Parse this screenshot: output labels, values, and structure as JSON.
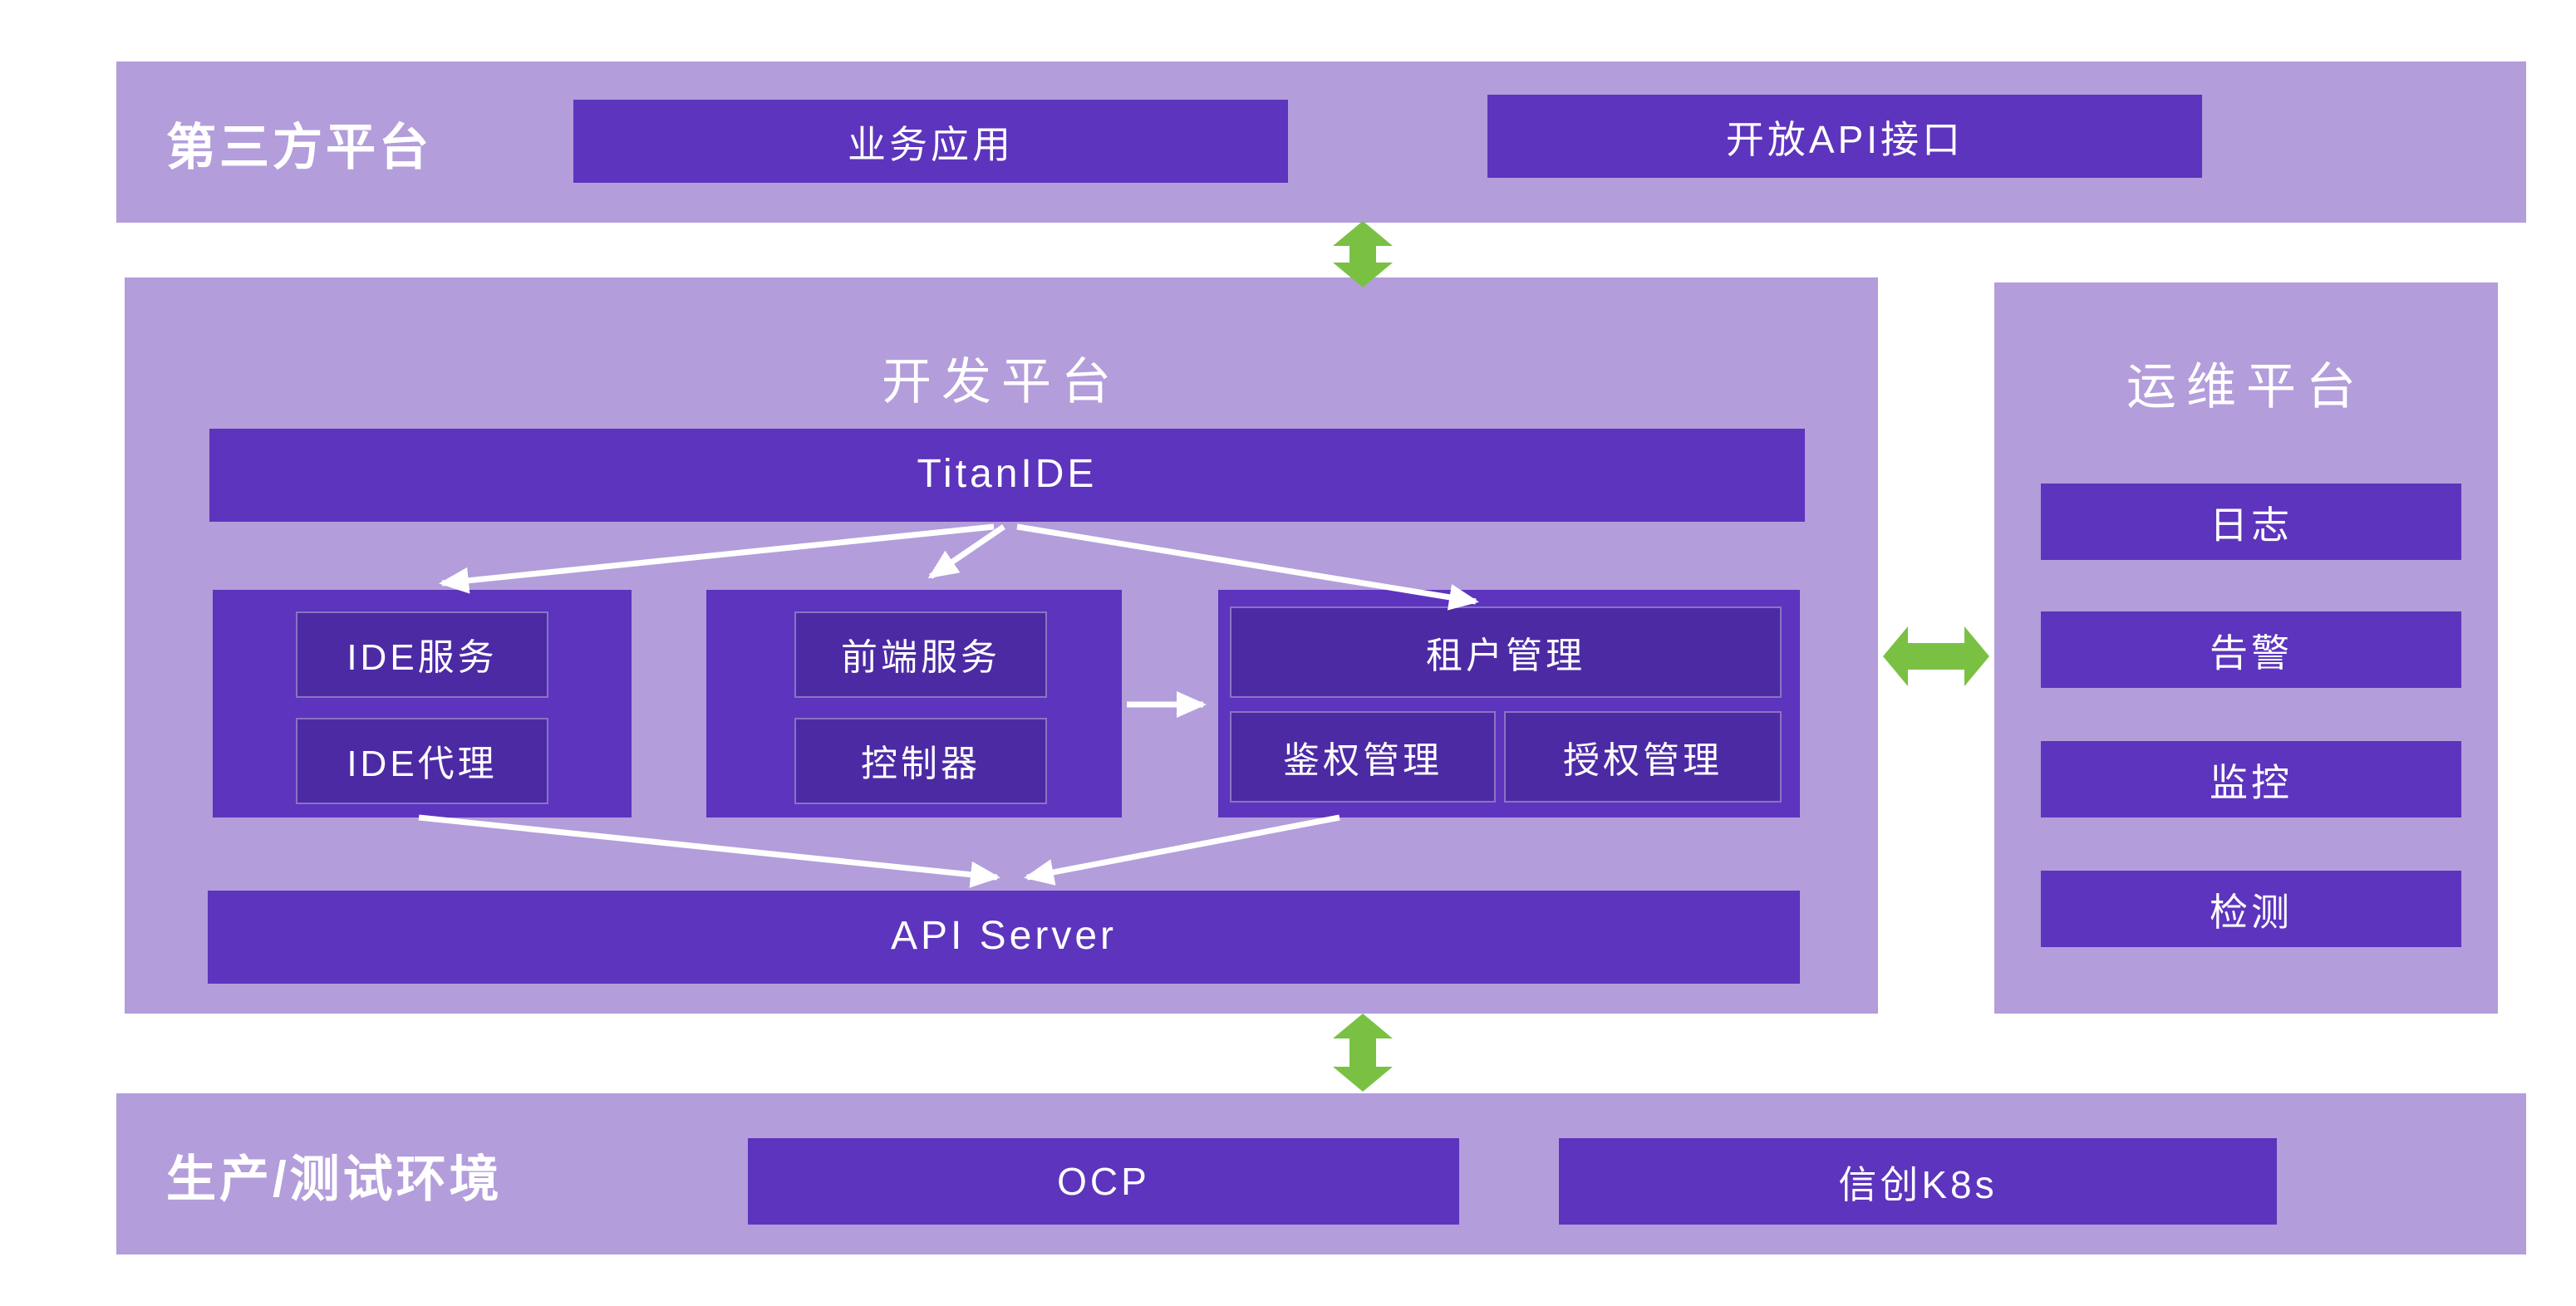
{
  "colors": {
    "band": "#b39ddb",
    "box": "#5d34bd",
    "box_inner": "#4c2aa4",
    "green": "#7ac143",
    "white": "#ffffff"
  },
  "top_band": {
    "title": "第三方平台",
    "boxes": [
      {
        "label": "业务应用"
      },
      {
        "label": "开放API接口"
      }
    ]
  },
  "dev_platform": {
    "title": "开发平台",
    "titan_bar": "TitanIDE",
    "ide_group": {
      "items": [
        {
          "label": "IDE服务"
        },
        {
          "label": "IDE代理"
        }
      ]
    },
    "frontend_group": {
      "items": [
        {
          "label": "前端服务"
        },
        {
          "label": "控制器"
        }
      ]
    },
    "tenant_group": {
      "header": "租户管理",
      "items": [
        {
          "label": "鉴权管理"
        },
        {
          "label": "授权管理"
        }
      ]
    },
    "api_bar": "API Server"
  },
  "ops_platform": {
    "title": "运维平台",
    "items": [
      {
        "label": "日志"
      },
      {
        "label": "告警"
      },
      {
        "label": "监控"
      },
      {
        "label": "检测"
      }
    ]
  },
  "bottom_band": {
    "title": "生产/测试环境",
    "boxes": [
      {
        "label": "OCP"
      },
      {
        "label": "信创K8s"
      }
    ]
  }
}
